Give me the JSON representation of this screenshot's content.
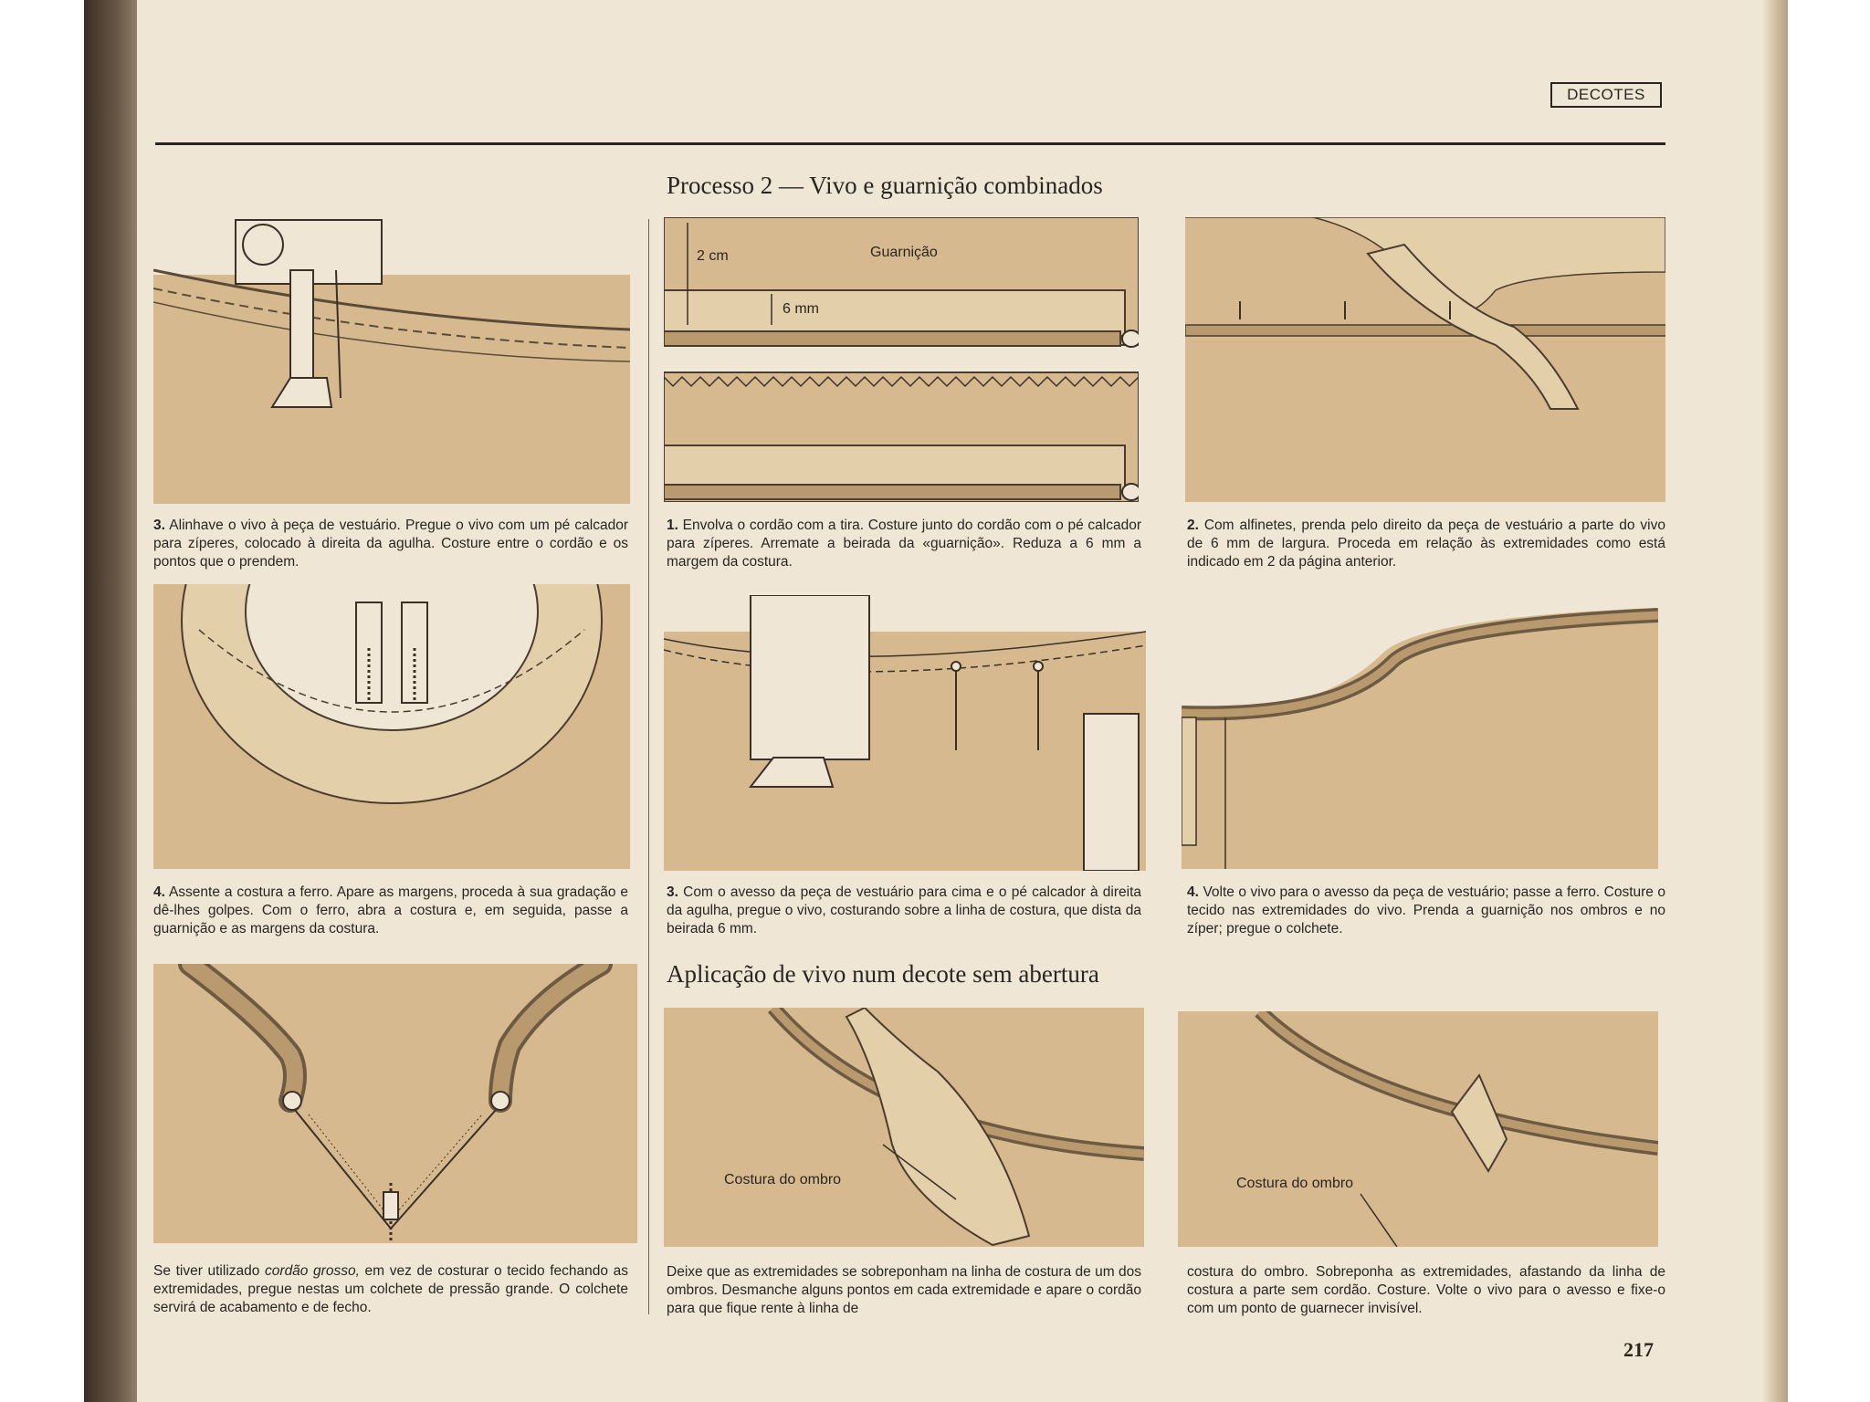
{
  "header": {
    "section_tag": "DECOTES"
  },
  "section1": {
    "title": "Processo 2 — Vivo e guarnição combinados"
  },
  "section2": {
    "title": "Aplicação de vivo num decote sem abertura"
  },
  "panels": {
    "p1": {
      "num": "1.",
      "text": "Envolva o cordão com a tira. Costure junto do cordão com o pé calcador para zíperes. Arremate a beirada da «guarnição». Reduza a 6 mm a margem da costura.",
      "label_a": "2 cm",
      "label_b": "6 mm",
      "label_c": "Guarnição"
    },
    "p2": {
      "num": "2.",
      "text": "Com alfinetes, prenda pelo direito da peça de vestuário a parte do vivo de 6 mm de largura. Proceda em relação às extremidades como está indicado em 2 da página anterior."
    },
    "p3": {
      "num": "3.",
      "text": "Com o avesso da peça de vestuário para cima e o pé calcador à direita da agulha, pregue o vivo, costurando sobre a linha de costura, que dista da beirada 6 mm."
    },
    "p4": {
      "num": "4.",
      "text": "Volte o vivo para o avesso da peça de vestuário; passe a ferro. Costure o tecido nas extremidades do vivo. Prenda a guarnição nos ombros e no zíper; pregue o colchete."
    },
    "left1": {
      "num": "3.",
      "text": "Alinhave o vivo à peça de vestuário. Pregue o vivo com um pé calcador para zíperes, colocado à direita da agulha. Costure entre o cordão e os pontos que o prendem."
    },
    "left2": {
      "num": "4.",
      "text": "Assente a costura a ferro. Apare as margens, proceda à sua gradação e dê-lhes golpes. Com o ferro, abra a costura e, em seguida, passe a guarnição e as margens da costura."
    },
    "left3": {
      "text_a": "Se tiver utilizado",
      "text_em": "cordão grosso,",
      "text_b": "em vez de costurar o tecido fechando as extremidades, pregue nestas um colchete de pressão grande. O colchete servirá de acabamento e de fecho."
    },
    "b1": {
      "text": "Deixe que as extremidades se sobreponham na linha de costura de um dos ombros. Desmanche alguns pontos em cada extremidade e apare o cordão para que fique rente à linha de",
      "label": "Costura do ombro"
    },
    "b2": {
      "text": "costura do ombro. Sobreponha as extremidades, afastando da linha de costura a parte sem cordão. Costure. Volte o vivo para o avesso e fixe-o com um ponto de guarnecer invisível.",
      "label": "Costura do ombro"
    }
  },
  "footer": {
    "page_number": "217"
  },
  "colors": {
    "fabric": "#d6b98e",
    "paper": "#efe6d5",
    "ink": "#2a2520"
  }
}
